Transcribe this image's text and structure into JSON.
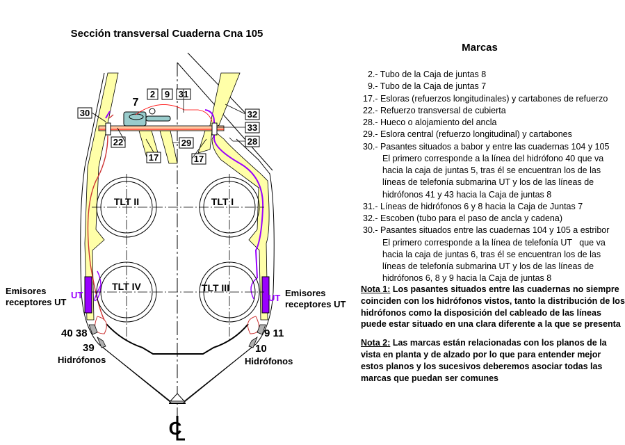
{
  "title": "Sección transversal Cuaderna Cna 105",
  "legend_title": "Marcas",
  "diagram": {
    "marks": {
      "m2": "2",
      "m7": "7",
      "m9": "9",
      "m31": "31",
      "m30": "30",
      "m22": "22",
      "m17a": "17",
      "m29": "29",
      "m17b": "17",
      "m32": "32",
      "m33": "33",
      "m28": "28"
    },
    "tanks": [
      "TLT II",
      "TLT I",
      "TLT IV",
      "TLT III"
    ],
    "emitters_left": [
      "Emisores",
      "receptores UT"
    ],
    "emitters_right": [
      "Emisores",
      "receptores UT"
    ],
    "ut_label": "UT",
    "hydrophones_left": {
      "top": "40 38",
      "bottom": "39",
      "label": "Hidrófonos"
    },
    "hydrophones_right": {
      "top": "9 11",
      "bottom": "10",
      "label": "Hidrófonos"
    },
    "centerline_symbol": "CL",
    "colors": {
      "yellow": "#ffffa8",
      "orange": "#ffc8a0",
      "red": "#ff0000",
      "purple": "#9900ff",
      "teal": "#99cccc",
      "gray": "#b0b0b0"
    }
  },
  "legend": [
    {
      "text": "  2.- Tubo de la Caja de juntas 8",
      "cont": false
    },
    {
      "text": "  9.- Tubo de la Caja de juntas 7",
      "cont": false
    },
    {
      "text": "17.- Esloras (refuerzos longitudinales) y cartabones de refuerzo",
      "cont": false
    },
    {
      "text": "22.- Refuerzo transversal de cubierta",
      "cont": false
    },
    {
      "text": "28.- Hueco o alojamiento del ancla",
      "cont": false
    },
    {
      "text": "29.- Eslora central (refuerzo longitudinal) y cartabones",
      "cont": false
    },
    {
      "text": "30.- Pasantes situados a babor y entre las cuadernas 104 y 105",
      "cont": false
    },
    {
      "text": "El primero corresponde a la línea del hidrófono 40 que va",
      "cont": true
    },
    {
      "text": "hacia la caja de juntas 5, tras él se encuentran los de las",
      "cont": true
    },
    {
      "text": "líneas de telefonía submarina UT y los de las líneas de",
      "cont": true
    },
    {
      "text": "hidrófonos 41 y 43 hacia la Caja de juntas 8",
      "cont": true
    },
    {
      "text": "31.- Líneas de hidrófonos 6 y 8 hacia la Caja de Juntas 7",
      "cont": false
    },
    {
      "text": "32.- Escoben (tubo para el paso de ancla y cadena)",
      "cont": false
    },
    {
      "text": "30.- Pasantes situados entre las cuadernas 104 y 105 a estribor",
      "cont": false
    },
    {
      "text": "El primero corresponde a la línea de telefonía UT   que va",
      "cont": true
    },
    {
      "text": "hacia la caja de juntas 6, tras él se encuentran los de las",
      "cont": true
    },
    {
      "text": "líneas de telefonía submarina UT y los de las líneas de",
      "cont": true
    },
    {
      "text": "hidrófonos 6, 8 y 9 hacia la Caja de juntas 8",
      "cont": true
    }
  ],
  "notes": [
    {
      "label": "Nota 1:",
      "text": " Los pasantes situados entre las cuadernas no siempre coinciden con los hidrófonos vistos, tanto la distribución de los hidrófonos como la disposición del cableado de las líneas puede estar situado en una clara diferente a la que se presenta"
    },
    {
      "label": "Nota 2:",
      "text": " Las marcas están relacionadas con los planos de la vista en planta y de alzado por lo que para entender mejor estos planos y los sucesivos deberemos asociar todas las marcas que puedan ser comunes"
    }
  ]
}
